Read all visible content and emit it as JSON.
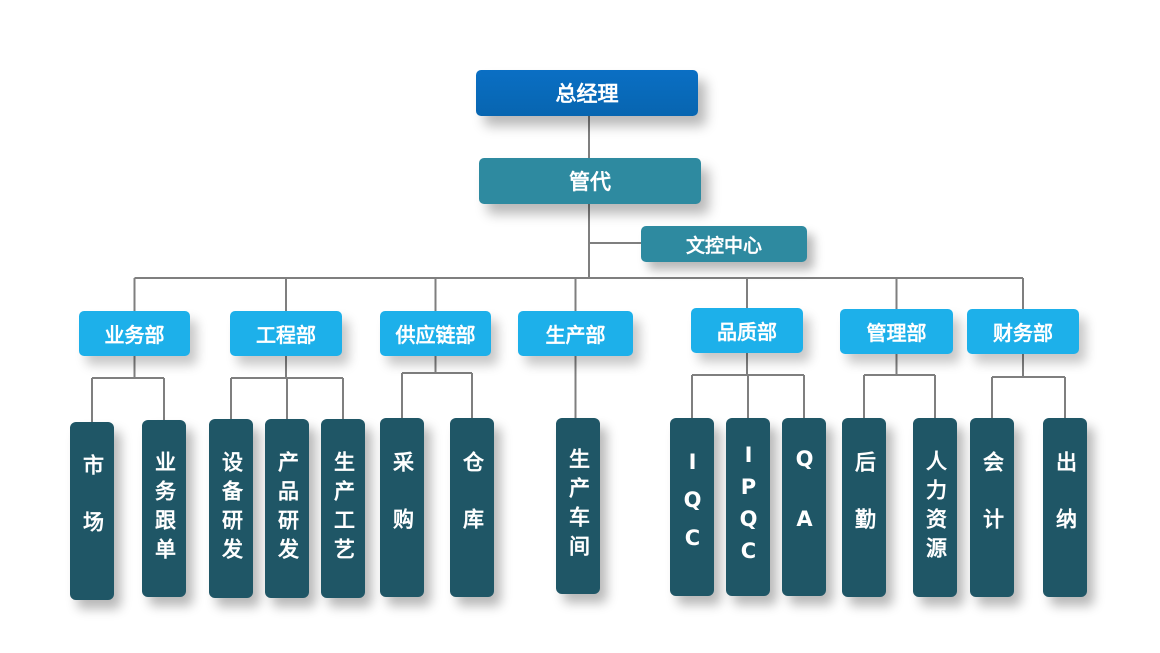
{
  "top": {
    "ceo": "总经理",
    "deputy": "管代",
    "center": "文控中心"
  },
  "departments": [
    {
      "name": "业务部",
      "teams": [
        "市场",
        "业务跟单"
      ]
    },
    {
      "name": "工程部",
      "teams": [
        "设备研发",
        "产品研发",
        "生产工艺"
      ]
    },
    {
      "name": "供应链部",
      "teams": [
        "采购",
        "仓库"
      ]
    },
    {
      "name": "生产部",
      "teams": [
        "生产车间"
      ]
    },
    {
      "name": "品质部",
      "teams": [
        "IQC",
        "IPQC",
        "QA"
      ]
    },
    {
      "name": "管理部",
      "teams": [
        "后勤",
        "人力资源"
      ]
    },
    {
      "name": "财务部",
      "teams": [
        "会计",
        "出纳"
      ]
    }
  ],
  "colors": {
    "ceo": "#0a6fc4",
    "secondary": "#2e8aa0",
    "department": "#1db0ea",
    "team": "#1f5666",
    "connector": "#7f7f7f"
  }
}
